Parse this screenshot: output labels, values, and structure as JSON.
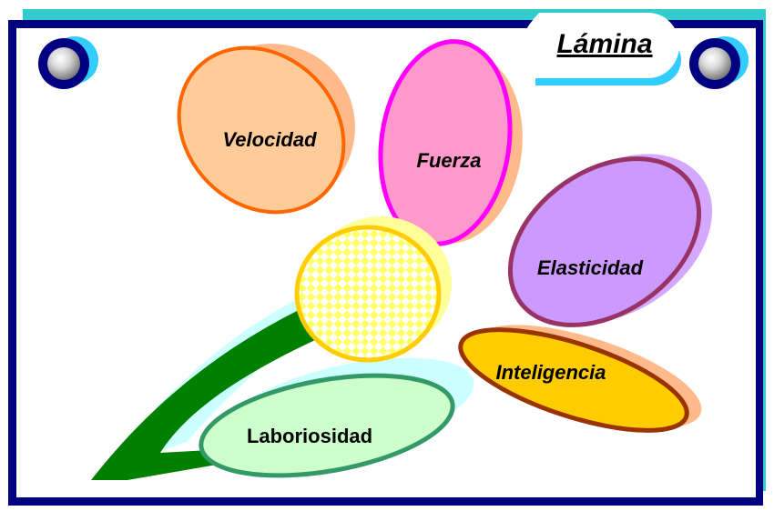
{
  "title": "Lámina",
  "petals": [
    {
      "label": "Velocidad",
      "italic": true,
      "fill": "#FFCC99",
      "stroke": "#FF6600",
      "shadow": "#FFB27F"
    },
    {
      "label": "Fuerza",
      "italic": true,
      "fill": "#FF99CC",
      "stroke": "#FF00FF",
      "shadow": "#FFB27F"
    },
    {
      "label": "Elasticidad",
      "italic": true,
      "fill": "#CC99FF",
      "stroke": "#993366",
      "shadow": "#CC99FF"
    },
    {
      "label": "Inteligencia",
      "italic": true,
      "fill": "#FFCC00",
      "stroke": "#993300",
      "shadow": "#FFB27F"
    },
    {
      "label": "Laboriosidad",
      "italic": false,
      "fill": "#CCFFCC",
      "stroke": "#339966",
      "shadow": "#CCFFFF"
    }
  ],
  "colors": {
    "frame_border": "#000080",
    "frame_shadow": "#33CCCC",
    "tab_shadow": "#33CCFF",
    "stem": "#008000",
    "stem_shadow": "#CCFFFF",
    "center_fill": "#FFFF66",
    "center_stroke": "#FFCC00",
    "center_shadow": "#FFFF99"
  }
}
